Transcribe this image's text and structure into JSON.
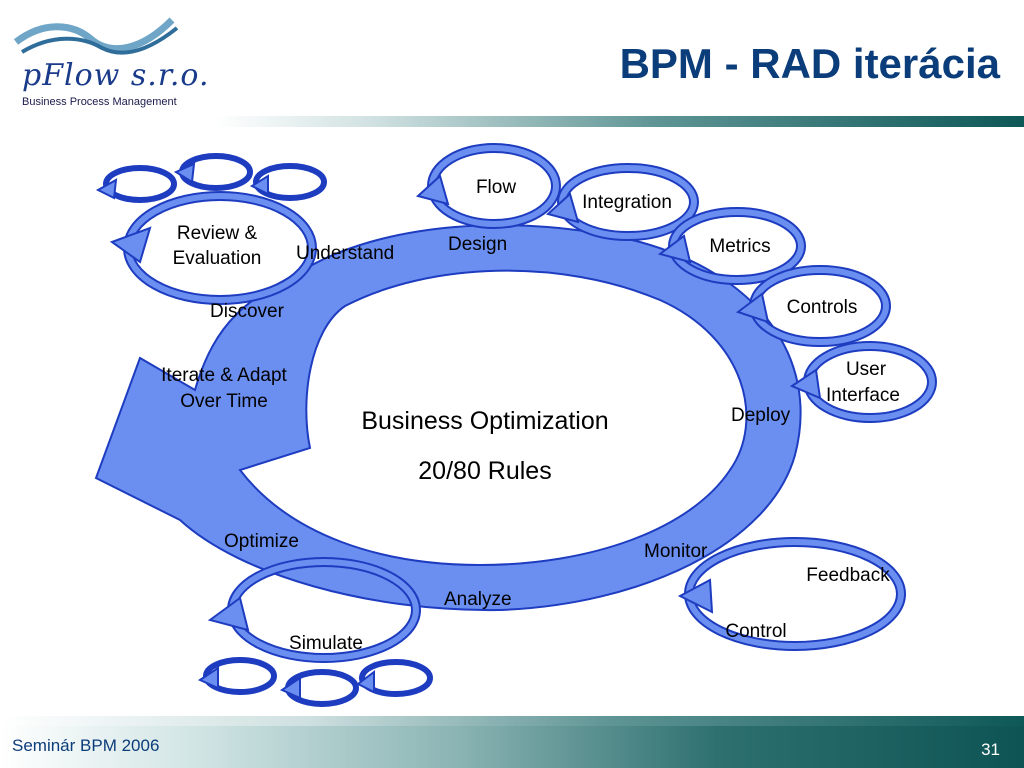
{
  "logo": {
    "name": "pFlow s.r.o.",
    "tagline": "Business Process Management"
  },
  "slide": {
    "title": "BPM - RAD iterácia"
  },
  "diagram": {
    "center_title": "Business Optimization",
    "center_subtitle": "20/80 Rules",
    "phases": {
      "understand": "Understand",
      "design": "Design",
      "discover": "Discover",
      "deploy": "Deploy",
      "monitor": "Monitor",
      "analyze": "Analyze",
      "optimize": "Optimize"
    },
    "arrow_label_line1": "Iterate & Adapt",
    "arrow_label_line2": "Over Time",
    "review_line1": "Review &",
    "review_line2": "Evaluation",
    "flow": "Flow",
    "integration": "Integration",
    "metrics": "Metrics",
    "controls": "Controls",
    "user_interface_line1": "User",
    "user_interface_line2": "Interface",
    "feedback": "Feedback",
    "control": "Control",
    "simulate": "Simulate"
  },
  "colors": {
    "loop_fill": "#6b8ff0",
    "loop_stroke": "#1d3cc0",
    "title": "#0b3d7a"
  },
  "footer": {
    "left": "Seminár BPM 2006",
    "page_number": "31"
  }
}
